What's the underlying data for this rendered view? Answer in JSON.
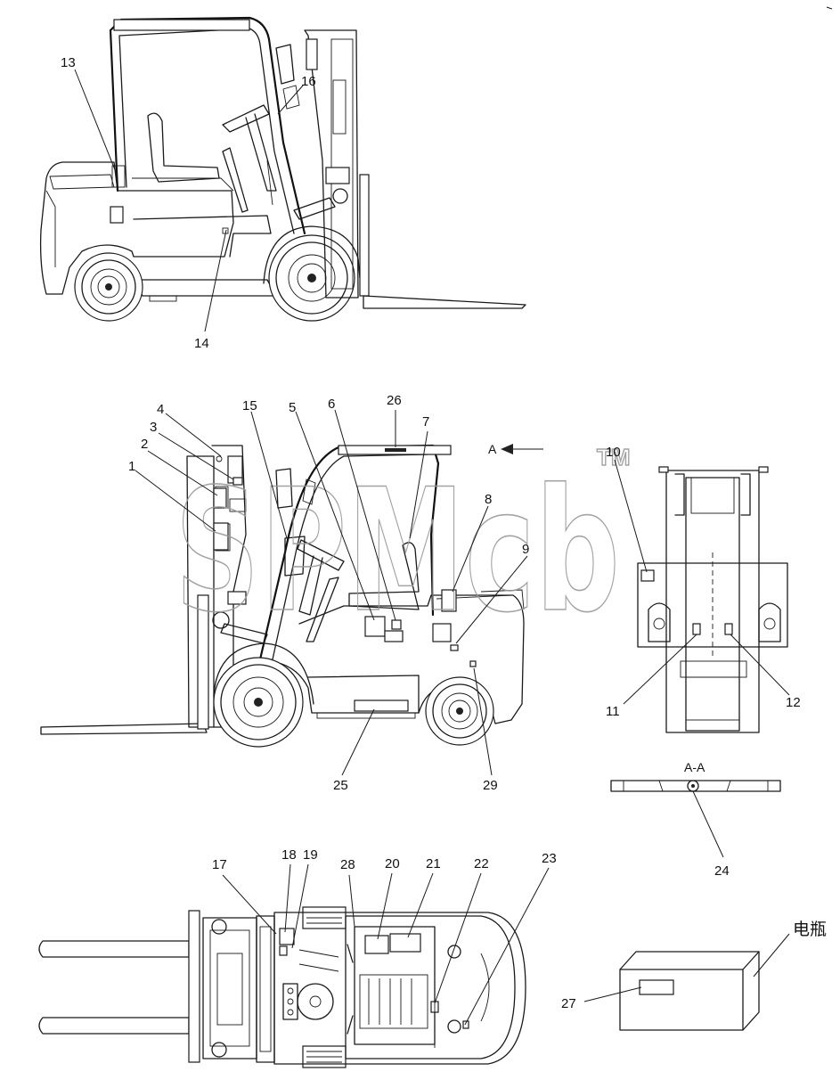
{
  "callouts": {
    "n1": "1",
    "n2": "2",
    "n3": "3",
    "n4": "4",
    "n5": "5",
    "n6": "6",
    "n7": "7",
    "n8": "8",
    "n9": "9",
    "n10": "10",
    "n11": "11",
    "n12": "12",
    "n13": "13",
    "n14": "14",
    "n15": "15",
    "n16": "16",
    "n17": "17",
    "n18": "18",
    "n19": "19",
    "n20": "20",
    "n21": "21",
    "n22": "22",
    "n23": "23",
    "n24": "24",
    "n25": "25",
    "n26": "26",
    "n27": "27",
    "n28": "28",
    "n29": "29"
  },
  "view_arrow_label": "A",
  "section_label": "A-A",
  "battery_label": "电瓶",
  "watermark": {
    "text": "SPMcb",
    "tm": "TM"
  }
}
